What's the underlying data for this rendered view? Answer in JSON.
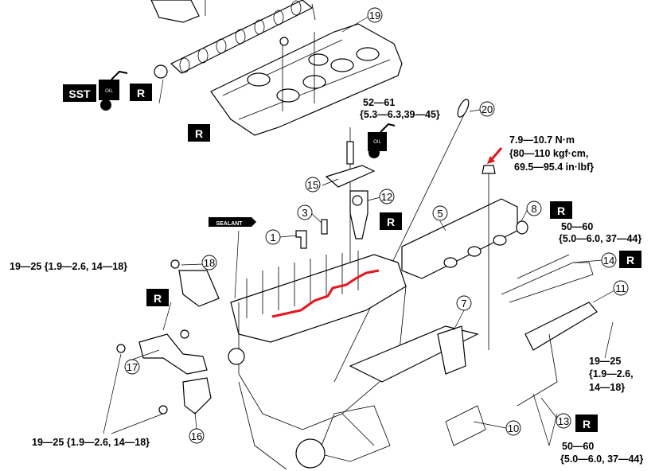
{
  "title": "Cylinder head exploded view",
  "badges": {
    "sst": "SST",
    "oil": "OIL",
    "replace": "R",
    "sealant": "SEALANT"
  },
  "callouts": [
    "1",
    "3",
    "5",
    "7",
    "8",
    "10",
    "11",
    "12",
    "13",
    "14",
    "15",
    "16",
    "17",
    "18",
    "19",
    "20"
  ],
  "torques": {
    "injector_clamp": {
      "line1": "52—61",
      "line2": "{5.3—6.3,39—45}"
    },
    "rail_bolt": {
      "line1": "7.9—10.7 N·m",
      "line2": "{80—110 kgf·cm,",
      "line3": "69.5—95.4 in·lbf}"
    },
    "pipe_upper": {
      "line1": "50—60",
      "line2": "{5.0—6.0, 37—44}"
    },
    "bracket_left": {
      "line1": "19—25 {1.9—2.6, 14—18}"
    },
    "common_rail": {
      "line1": "19—25",
      "line2": "{1.9—2.6,",
      "line3": "14—18}"
    },
    "bracket_bottom": {
      "line1": "19—25 {1.9—2.6, 14—18}"
    },
    "pipe_lower": {
      "line1": "50—60",
      "line2": "{5.0—6.0, 37—44}"
    }
  },
  "colors": {
    "highlight": "#e8141c",
    "ink": "#000000"
  }
}
